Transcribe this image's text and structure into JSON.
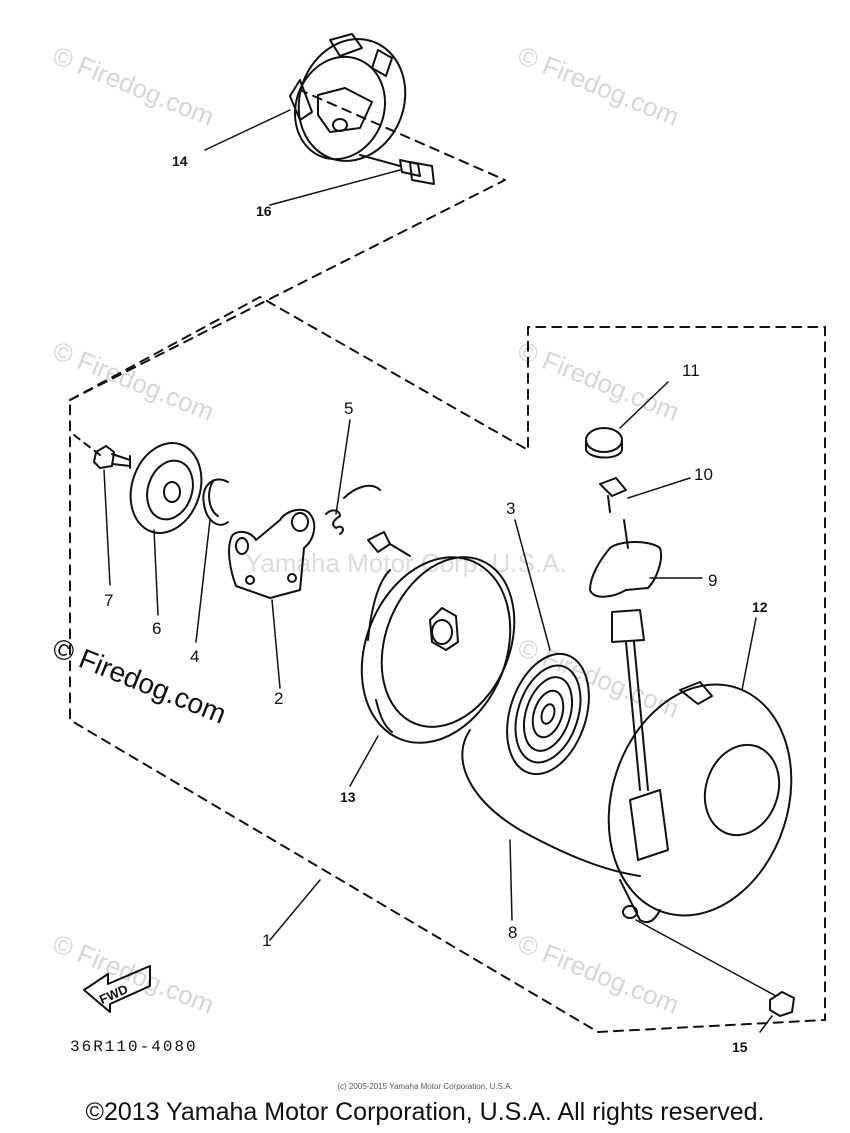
{
  "diagram": {
    "part_number": "36R110-4080",
    "fwd_label": "FWD",
    "callouts": {
      "c1": "1",
      "c2": "2",
      "c3": "3",
      "c4": "4",
      "c5": "5",
      "c6": "6",
      "c7": "7",
      "c8": "8",
      "c9": "9",
      "c10": "10",
      "c11": "11",
      "c12": "12",
      "c13": "13",
      "c14": "14",
      "c15": "15",
      "c16": "16"
    }
  },
  "watermarks": {
    "firedog": "© Firedog.com",
    "yamaha_corp": "Yamaha Motor Corp. U.S.A."
  },
  "footer": {
    "small_copyright": "(c) 2005-2015 Yamaha Motor Corporation, U.S.A.",
    "copyright": "©2013 Yamaha Motor Corporation, U.S.A. All rights reserved."
  }
}
